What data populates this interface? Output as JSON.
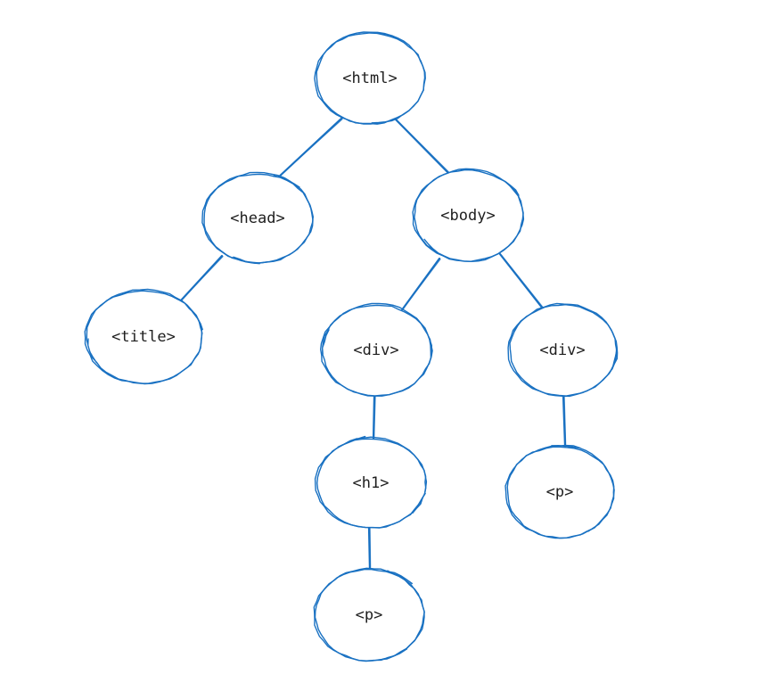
{
  "diagram": {
    "stroke_color": "#1971c2",
    "text_color": "#1e1e1e",
    "nodes": [
      {
        "id": "html",
        "label": "<html>"
      },
      {
        "id": "head",
        "label": "<head>"
      },
      {
        "id": "body",
        "label": "<body>"
      },
      {
        "id": "title",
        "label": "<title>"
      },
      {
        "id": "div1",
        "label": "<div>"
      },
      {
        "id": "div2",
        "label": "<div>"
      },
      {
        "id": "h1",
        "label": "<h1>"
      },
      {
        "id": "p2",
        "label": "<p>"
      },
      {
        "id": "p1",
        "label": "<p>"
      }
    ],
    "edges": [
      {
        "from": "html",
        "to": "head"
      },
      {
        "from": "html",
        "to": "body"
      },
      {
        "from": "head",
        "to": "title"
      },
      {
        "from": "body",
        "to": "div1"
      },
      {
        "from": "body",
        "to": "div2"
      },
      {
        "from": "div1",
        "to": "h1"
      },
      {
        "from": "div2",
        "to": "p2"
      },
      {
        "from": "h1",
        "to": "p1"
      }
    ]
  }
}
